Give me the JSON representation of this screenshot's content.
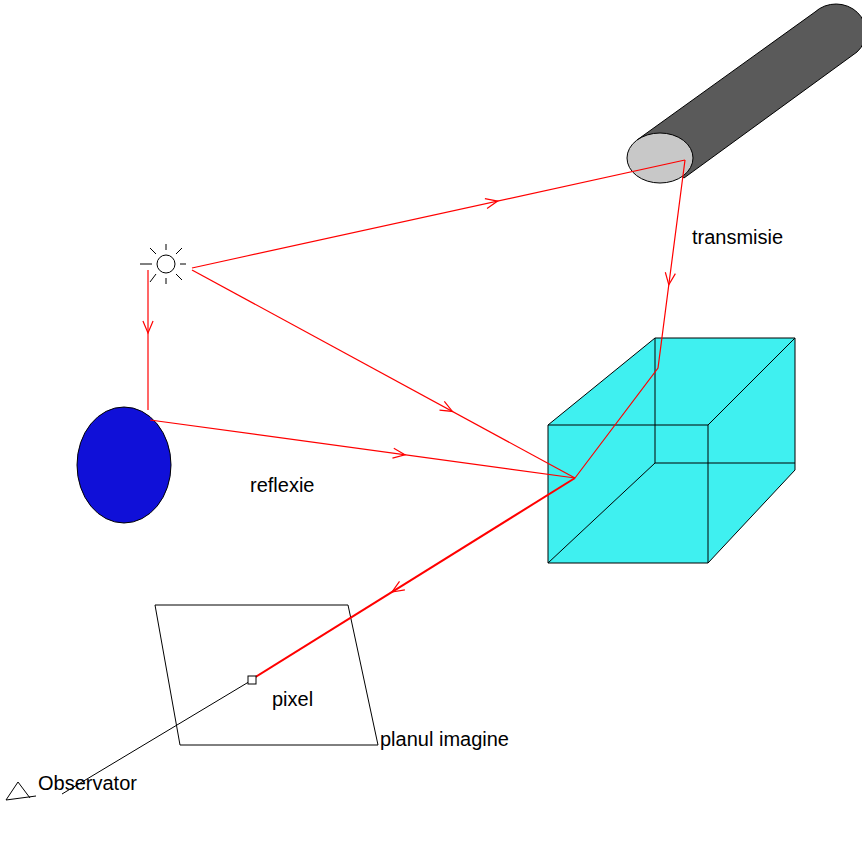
{
  "diagram": {
    "labels": [
      "transmisie",
      "reflexie",
      "pixel",
      "planul imagine",
      "Observator"
    ]
  }
}
